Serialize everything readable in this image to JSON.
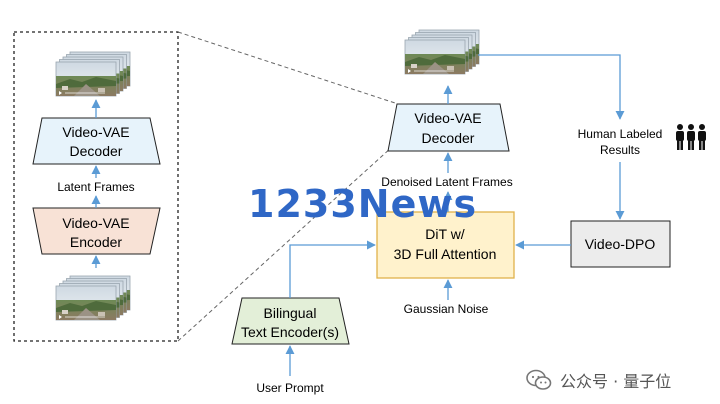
{
  "left_panel": {
    "decoder_line1": "Video-VAE",
    "decoder_line2": "Decoder",
    "latent": "Latent Frames",
    "encoder_line1": "Video-VAE",
    "encoder_line2": "Encoder"
  },
  "main": {
    "decoder_line1": "Video-VAE",
    "decoder_line2": "Decoder",
    "denoised": "Denoised Latent Frames",
    "dit_line1": "DiT w/",
    "dit_line2": "3D Full Attention",
    "gaussian": "Gaussian Noise",
    "text_enc_line1": "Bilingual",
    "text_enc_line2": "Text Encoder(s)",
    "user_prompt": "User Prompt",
    "human_line1": "Human Labeled",
    "human_line2": "Results",
    "dpo": "Video-DPO"
  },
  "watermark": {
    "text": "1233News"
  },
  "footer": {
    "text": "公众号 · 量子位"
  },
  "colors": {
    "arrow": "#5b9bd5",
    "decoder_fill": "#e7f3fb",
    "encoder_fill": "#f8e2d6",
    "dit_fill": "#fff2cc",
    "dit_stroke": "#e0b24a",
    "text_enc_fill": "#e3efd8",
    "dpo_fill": "#ececec",
    "watermark": "#2f67c6"
  },
  "icons": [
    "video-frames-stack-icon",
    "people-group-icon",
    "wechat-icon",
    "play-icon"
  ]
}
